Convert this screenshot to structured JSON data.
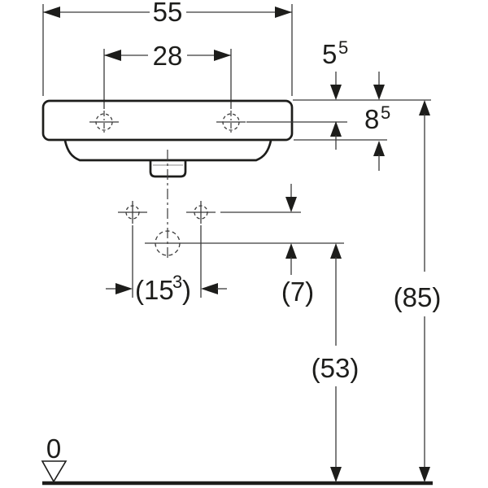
{
  "page": {
    "description": "Technical dimension drawing of a wall-hung washbasin, front elevation, with datum at floor level",
    "background": "#ffffff"
  },
  "colors": {
    "outline": "#1d1d1b",
    "thin_line": "#3a3a3a",
    "text": "#1d1d1b"
  },
  "dims": {
    "total_width": "55",
    "tap_hole_spacing": "28",
    "rim_to_tap": {
      "main": "5",
      "sup": "5"
    },
    "rim_height": {
      "main": "8",
      "sup": "5"
    },
    "fixing_span": {
      "open": "(15",
      "sup": "3",
      "close": ")"
    },
    "fixing_to_drain": "(7)",
    "floor_to_drain": "(53)",
    "floor_to_rim": "(85)",
    "datum_level": "0"
  }
}
